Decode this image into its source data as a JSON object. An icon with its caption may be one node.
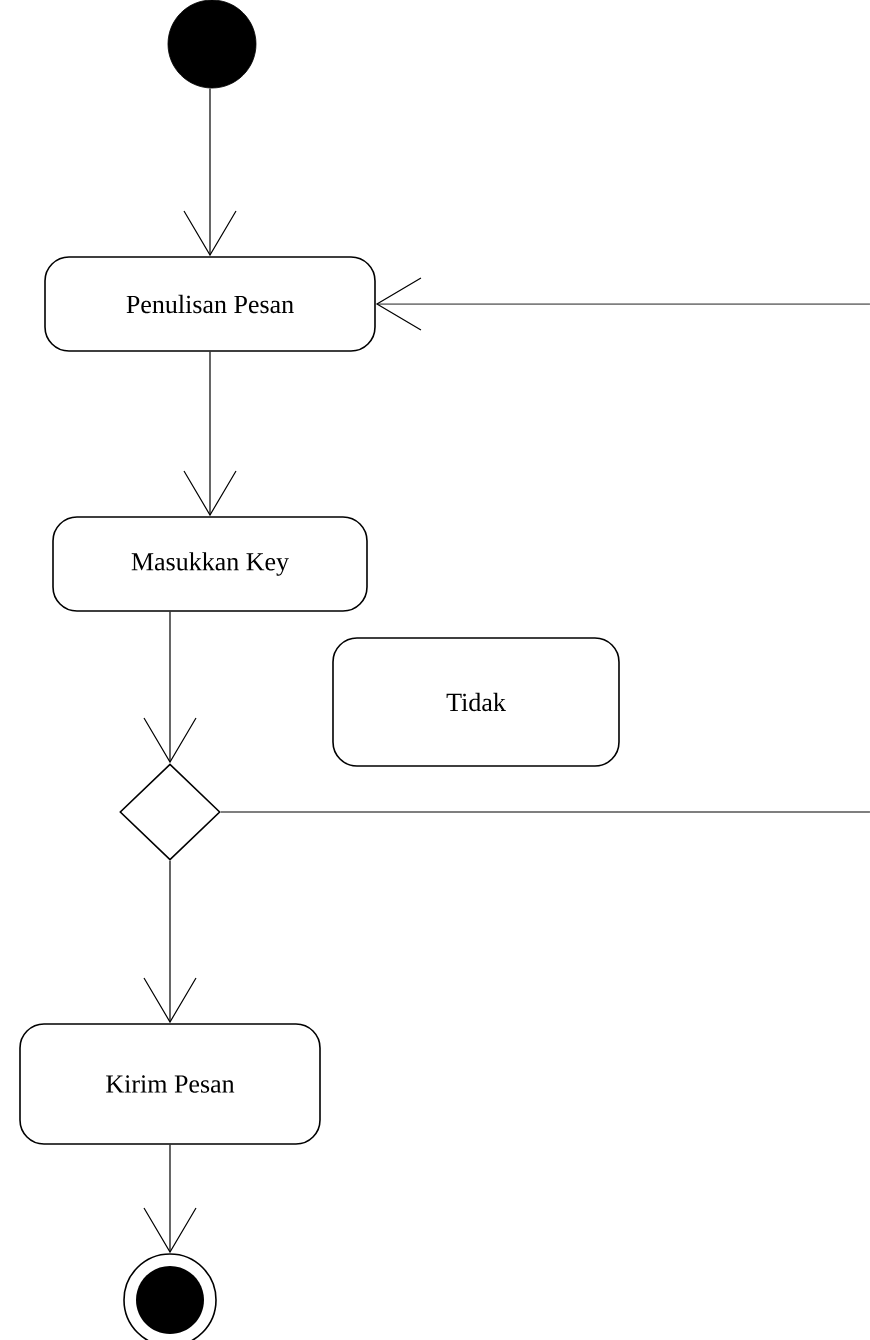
{
  "diagram": {
    "nodes": [
      {
        "text": [],
        "shape": "circle"
      },
      {
        "text": [
          "Penulisan Pesan"
        ]
      },
      {
        "text": [
          "Masukkan Key"
        ]
      },
      {
        "text": [
          "Tidak"
        ]
      },
      {
        "text": [],
        "shape": "diamond"
      },
      {
        "text": [
          "Kirim Pesan"
        ]
      },
      {
        "text": [],
        "shape": "bullseye"
      }
    ],
    "edges": [
      {
        "from": 0,
        "to": 1,
        "arrow": "to"
      },
      {
        "from": 1,
        "to": 2,
        "arrow": "to"
      },
      {
        "from": 2,
        "to": 4,
        "arrow": "to"
      },
      {
        "from": 4,
        "to": 5,
        "arrow": "to"
      },
      {
        "from": 5,
        "to": 6,
        "arrow": "to"
      },
      {
        "from": 4,
        "to": null,
        "arrow": "none"
      },
      {
        "from": null,
        "to": 1,
        "arrow": "to"
      }
    ]
  }
}
